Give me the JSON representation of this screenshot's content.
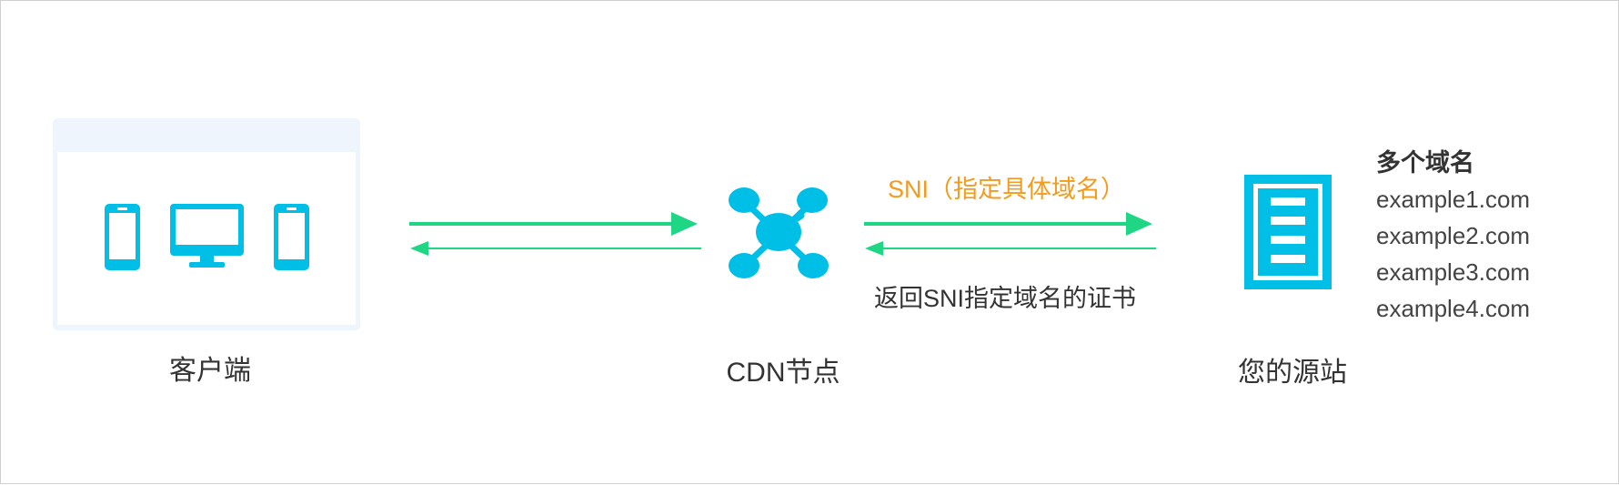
{
  "nodes": {
    "client": {
      "label": "客户端"
    },
    "cdn": {
      "label": "CDN节点"
    },
    "origin": {
      "label": "您的源站"
    }
  },
  "arrows": {
    "sni_label": "SNI（指定具体域名）",
    "return_label": "返回SNI指定域名的证书"
  },
  "domains": {
    "title": "多个域名",
    "items": [
      "example1.com",
      "example2.com",
      "example3.com",
      "example4.com"
    ]
  },
  "colors": {
    "accent": "#00bfe6",
    "arrow": "#1ed683",
    "sni_text": "#f29b1d",
    "panel_bg": "#eef5fd"
  }
}
